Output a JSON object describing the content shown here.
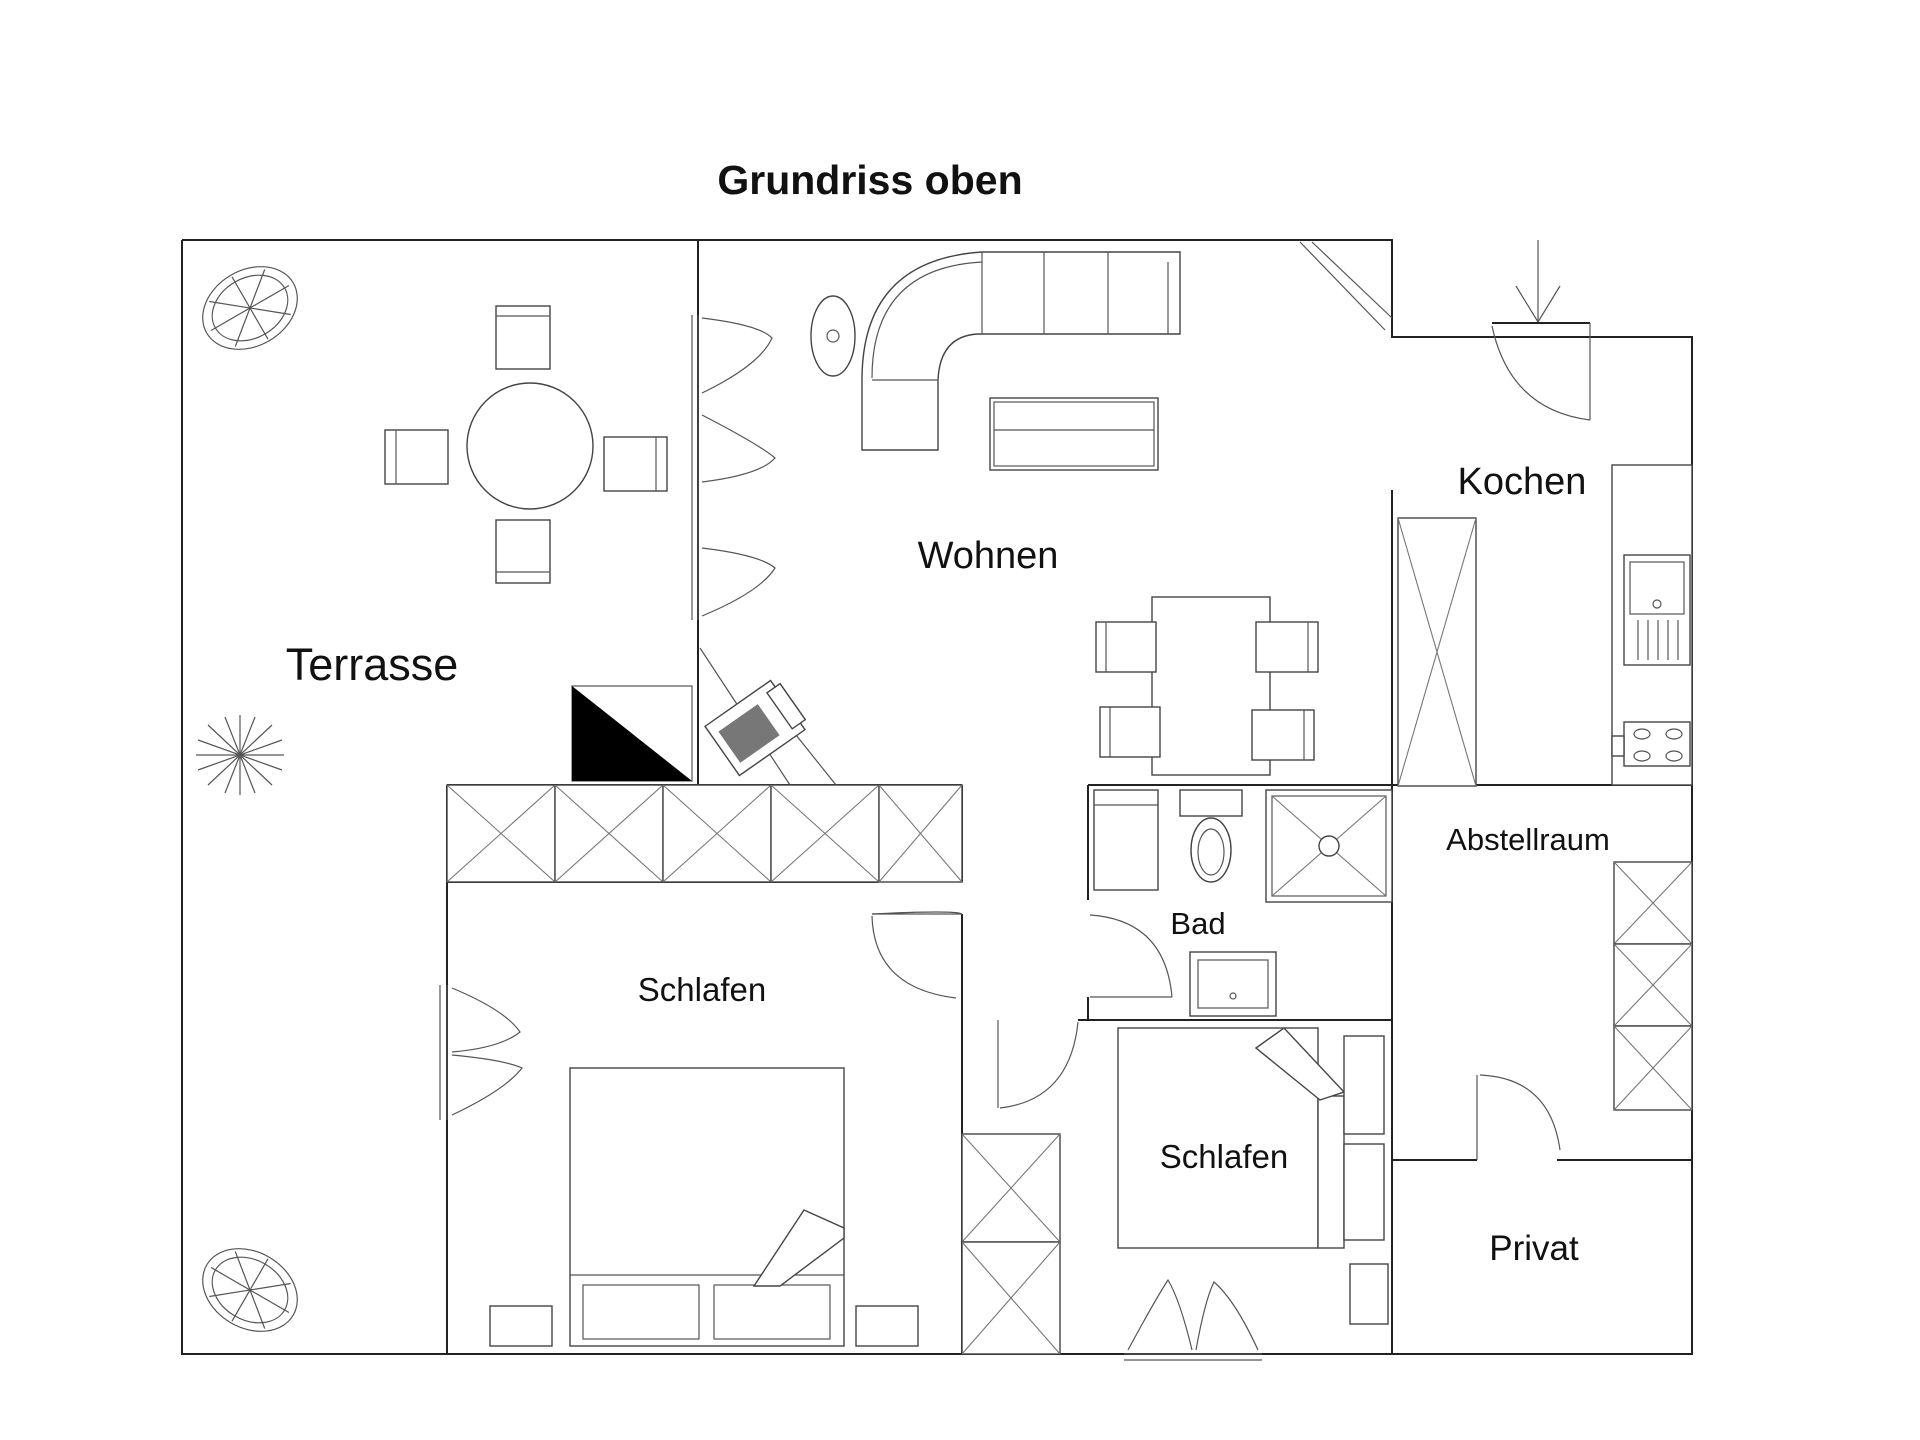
{
  "title": "Grundriss oben",
  "rooms": {
    "terrasse": "Terrasse",
    "wohnen": "Wohnen",
    "kochen": "Kochen",
    "abstellraum": "Abstellraum",
    "bad": "Bad",
    "schlafen_1": "Schlafen",
    "schlafen_2": "Schlafen",
    "privat": "Privat"
  }
}
